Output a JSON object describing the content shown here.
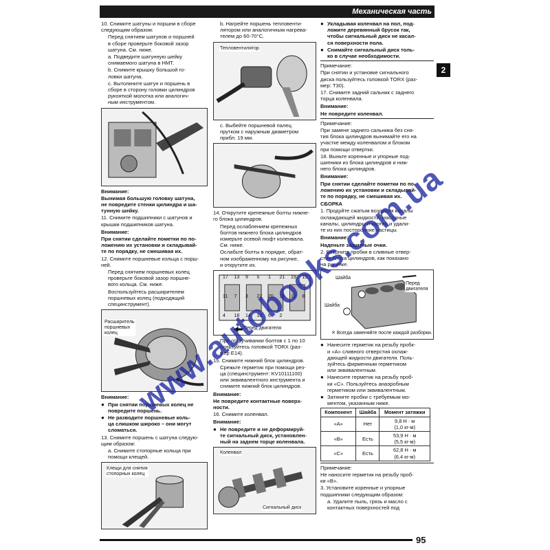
{
  "header": {
    "running_title": "Механическая часть двигателя",
    "chapter": "2"
  },
  "footer": {
    "page_number": "95"
  },
  "watermark": "www.autobooks.com.ua",
  "col1": {
    "s10": "10. Снимите шатуны и поршни в сборе\nследующим образом:",
    "s10_intro": "Перед снятием шатунов и поршней\nв сборе проверьте боковой зазор\nшатуна. См. ниже.",
    "s10a": "а. Подведите шатунную шейку\nснимаемого шатуна в НМТ.",
    "s10b": "b. Снимите крышку большой го-\nловки шатуна.",
    "s10c": "с. Вытолкните шатун и поршень в\nсборе в сторону головки цилиндров\nрукояткой молотка или аналогич-\nным инструментом.",
    "warn1_title": "Внимание:",
    "warn1": "Вынимая большую головку шатуна,\nне повредите стенки цилиндра и ша-\nтунную шейку.",
    "s11": "11. Снимите подшипники с шатунов и\nкрышки подшипников шатуна.",
    "warn2_title": "Внимание:",
    "warn2": "При снятии сделайте пометки по по-\nложению их установки и складывай-\nте по порядку, не смешивая их.",
    "s12": "12. Снимите поршневые кольца с порш-\nней.",
    "s12_p1": "Перед снятием поршневых колец\nпроверьте боковой зазор поршне-\nвого кольца. См. ниже.",
    "s12_p2": "Воспользуйтесь расширителем\nпоршневых колец (подходящий\nспецинструмент).",
    "fig_expander_label": "Расширитель\nпоршневых\nколец",
    "warn3_title": "Внимание:",
    "warn3_b1": "При снятии поршневых колец не\nповредите поршень.",
    "warn3_b2": "Не разводите поршневые коль-\nца слишком широко – они могут\nсломаться.",
    "s13": "13. Снимите поршень с шатуна следую-\nщим образом:",
    "s13a": "а. Снимите стопорные кольца при\nпомощи клещей.",
    "fig_pliers_label": "Клещи для снятия\nстопорных колец"
  },
  "col2": {
    "s13b": "b. Нагрейте поршень тепловенти-\nлятором или аналогичным нагрева-\nтелем до 60-70°С.",
    "fig_heater_label": "Тепловентилятор",
    "s13c": "с. Выбейте поршневой палец\nпрутком с наружным диаметром\nприбл. 19 мм.",
    "s14": "14. Открутите крепежные болты нижне-\nго блока цилиндров.",
    "s14_p1": "Перед ослаблением крепежных\nболтов нижнего блока цилиндров\nизмерьте осевой люфт коленвала.\nСм. ниже.",
    "s14_p2": "Ослабьте болты в порядке, обрат-\nном изображенному на рисунке,\nи открутите их.",
    "fig_front_label": "Перед двигателя",
    "bolt_numbers": [
      "17",
      "13",
      "9",
      "5",
      "1",
      "21",
      "19",
      "15",
      "11",
      "7",
      "3",
      "22",
      "20",
      "16",
      "12",
      "8",
      "4",
      "18",
      "14",
      "10",
      "6",
      "2"
    ],
    "s14_p3": "При откручивании болтов с 1 по 10\nпользуйтесь головкой TORX (раз-\nмер E14).",
    "s15": "15. Снимите нижний блок цилиндров.",
    "s15_p1": "Срежьте герметик при помощи рез-\nца (специнструмент: KV10111100)\nили эквивалентного инструмента и\nснимите нижний блок цилиндров.",
    "warn4_title": "Внимание:",
    "warn4": "Не повредите контактные поверх-\nности.",
    "s16": "16. Снимите коленвал.",
    "warn5_title": "Внимание:",
    "warn5_b1": "Не повредите и не деформируй-\nте сигнальный диск, установлен-\nный на заднем торце коленвала.",
    "fig_crank_label1": "Коленвал",
    "fig_crank_label2": "Сигнальный диск"
  },
  "col3": {
    "b1": "Укладывая коленвал на пол, под-\nложите деревянный брусок так,\nчтобы сигнальный диск не касал-\nся поверхности пола.",
    "b2": "Снимайте сигнальный диск толь-\nко в случае необходимости.",
    "note1_title": "Примечание:",
    "note1": "При снятии и установке сигнального\nдиска пользуйтесь головкой TORX (раз-\nмер: Т30).",
    "s17": "17. Снимите задний сальник с заднего\nторца коленвала.",
    "warn6_title": "Внимание:",
    "warn6": "Не повредите коленвал.",
    "note2_title": "Примечание:",
    "note2": "При замене заднего сальника без сня-\nтия блока цилиндров вынимайте его на\nучастке между коленвалом и блоком\nпри помощи отвертки.",
    "s18": "18. Выньте коренные и упорные под-\nшипники из блока цилиндров и ниж-\nнего блока цилиндров.",
    "warn7_title": "Внимание:",
    "warn7": "При снятии сделайте пометки по по-\nложению их установки и складывай-\nте по порядку, не смешивая их.",
    "assembly_title": "СБОРКА",
    "a1": "1. Продуйте сжатым воздухом каналы\nохлаждающей жидкости, масляные\nканалы, цилиндры и картер и удали-\nте из них посторонние частицы.",
    "warn8_title": "Внимание:",
    "warn8": "Наденьте защитные очки.",
    "a2": "2. Вверните пробки в сливные отвер-\nстия блока цилиндров, как показано\nна рисунке.",
    "fig_washer1": "Шайба",
    "fig_washer2": "Шайба",
    "fig_front": "Перед\nдвигателя",
    "fig_note": "Всегда заменяйте после каждой разборки.",
    "fig_note_mark": "✕",
    "b3": "Нанесите герметик на резьбу пробк-\nи «А» сливного отверстия охлаж-\nдающей жидкости двигателя. Поль-\nзуйтесь фирменным герметиком\nили эквивалентным.",
    "b4": "Нанесите герметик на резьбу проб-\nки «С». Пользуйтесь анаэробным\nгерметиком или эквивалентным.",
    "b5": "Затяните пробки с требуемым мо-\nментом, указанным ниже.",
    "table": {
      "headers": [
        "Компонент",
        "Шайба",
        "Момент затяжки"
      ],
      "rows": [
        [
          "«А»",
          "Нет",
          "9,8 Н · м\n(1,0 кг-м)"
        ],
        [
          "«В»",
          "Есть",
          "53,9 Н · м\n(5,5 кг-м)"
        ],
        [
          "«С»",
          "Есть",
          "62,8 Н · м\n(6,4 кг-м)"
        ]
      ]
    },
    "note3_title": "Примечание:",
    "note3": "Не наносите герметик на резьбу проб-\nки «В».",
    "a3": "3. Установите коренные и упорные\nподшипники следующим образом:",
    "a3a": "а. Удалите пыль, грязь и масло с\nконтактных поверхностей под"
  }
}
